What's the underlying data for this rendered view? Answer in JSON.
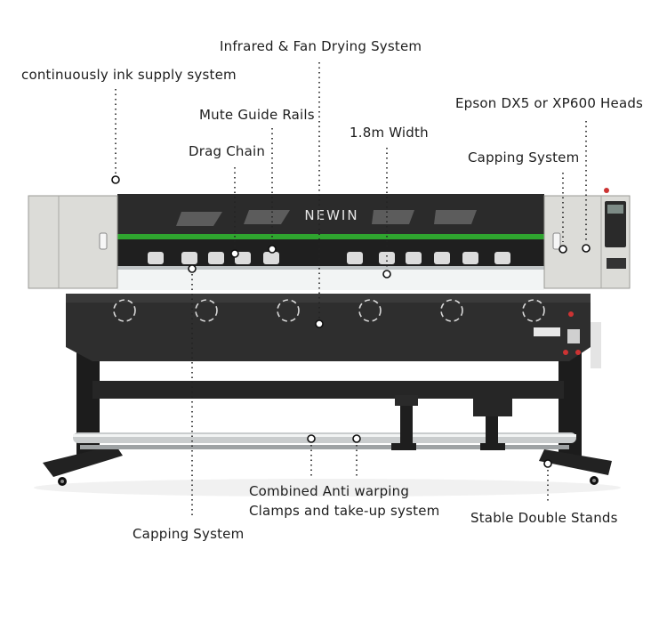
{
  "printer": {
    "brand": "NEWIN"
  },
  "callouts": {
    "ink_supply": "continuously ink supply system",
    "drying": "Infrared & Fan Drying System",
    "guide_rails": "Mute Guide Rails",
    "epson_heads": "Epson DX5 or XP600 Heads",
    "width": "1.8m Width",
    "drag_chain": "Drag Chain",
    "capping_right": "Capping System",
    "anti_warping_line1": "Combined Anti warping",
    "anti_warping_line2": "Clamps and take-up system",
    "stable_stands": "Stable Double Stands",
    "capping_bottom": "Capping System"
  },
  "colors": {
    "body_dark": "#2b2b2b",
    "side_panel": "#dcdcd8",
    "green_strip": "#2fa52f",
    "platen": "#f2f4f4",
    "leader": "#222222"
  }
}
